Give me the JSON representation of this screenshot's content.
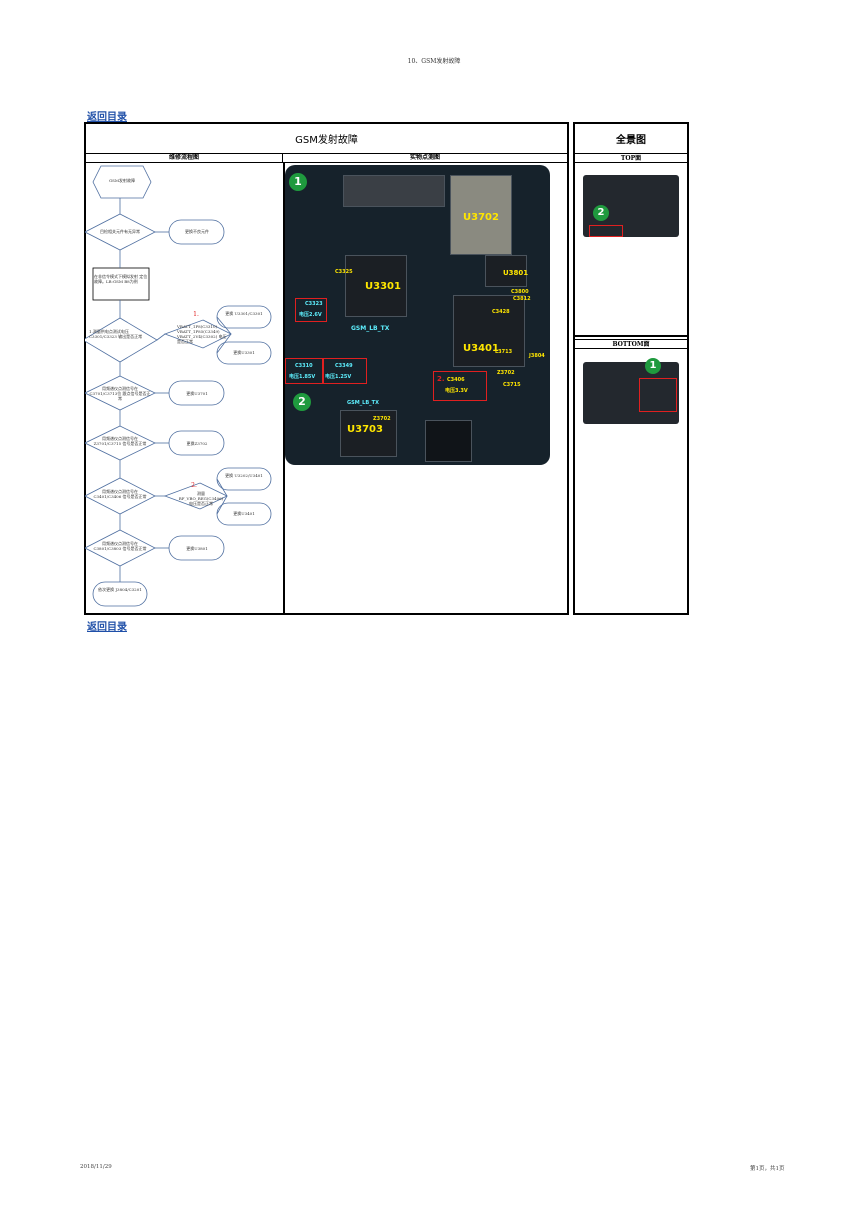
{
  "header": {
    "title": "10、GSM发射故障"
  },
  "nav": {
    "back_top": "返回目录",
    "back_bottom": "返回目录"
  },
  "main": {
    "title": "GSM发射故障",
    "col_flow": "维修流程图",
    "col_points": "实物点测图",
    "overview_title": "全景图",
    "top_label": "TOP面",
    "bottom_label": "BOTTOM面"
  },
  "flow": {
    "start": "GSM发射故障",
    "q1": "目检相关元件有无异常",
    "a1": "更换不良元件",
    "box1": "在非信令模式下模拟发射 定位故障。LB:GSM B8为例",
    "q2": "1.测量供电点测试电压 C3301/C3323 输出是否正常",
    "step1_num": "1.",
    "step1": "VBATT_1P8(C3310) VBATT_1P85(C3349) VBATT_2V4(C3302) 电压是否正常",
    "a2a": "更换 U3301/C3301",
    "a2b": "更换U3301",
    "q3": "用频谱仪点测信号在 C3701/C3713位 跟点信号是否正常",
    "a3": "更换U3701",
    "q4": "用频谱仪点测信号在 Z3701/C3715 信号是否正常",
    "a4": "更换Z3702",
    "q5": "用频谱仪点测信号在 C3401/C3406 信号是否正常",
    "step2_num": "2.",
    "step2": "测量 RF_VBO_REG(C3406) 电压是否正常",
    "a5a": "更换 U3202/U3401",
    "a5b": "更换U3401",
    "q6": "用频谱仪点测信号在 C3801/C3803 信号是否正常",
    "a6": "更换U3801",
    "end": "依次更换 J3804/C3201"
  },
  "board": {
    "badge1": "1",
    "badge2": "2",
    "u3702": "U3702",
    "u3801": "U3801",
    "u3301": "U3301",
    "u3401": "U3401",
    "u3703": "U3703",
    "c3325": "C3325",
    "c3323": "C3323",
    "v3323": "电压2.6V",
    "gsm_lb_tx": "GSM_LB_TX",
    "c3310": "C3310",
    "v3310": "电压1.85V",
    "c3349": "C3349",
    "v3349": "电压1.25V",
    "c3406_num": "2.",
    "c3406": "C3406",
    "v3406": "电压3.3V",
    "gsm_lb_tx2": "GSM_LB_TX",
    "z3702": "Z3702",
    "c3800": "C3800",
    "c3812": "C3812",
    "c3428": "C3428",
    "j3804": "J3804",
    "l3713": "L3713",
    "z3702b": "Z3702",
    "c3715": "C3715"
  },
  "overview": {
    "badge_top": "2",
    "badge_bottom": "1"
  },
  "footer": {
    "date": "2018/11/29",
    "page": "第1页，共1页"
  }
}
